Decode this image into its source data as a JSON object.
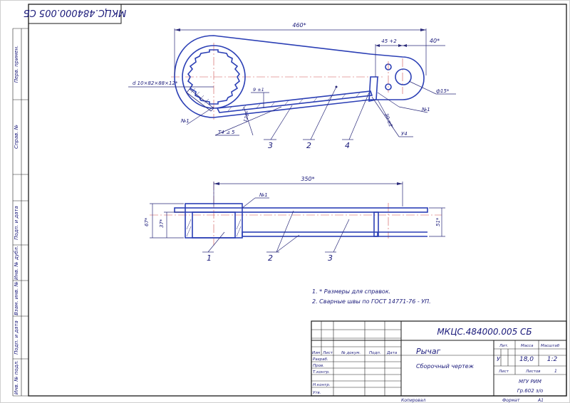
{
  "rotated_code": "МКЦС.484000.005 СБ",
  "left_strip": {
    "first_use": "Перв. примен.",
    "ref_no": "Справ. №",
    "sign_date_1": "Подп. и дата",
    "dup_inv": "Инв. № дубл.",
    "repl_inv": "Взам. инв. №",
    "sign_date_2": "Подп. и дата",
    "orig_inv": "Инв. № подл."
  },
  "top_view": {
    "dim_length": "460*",
    "dim_45": "45 +2",
    "dim_40": "40*",
    "dim_spline": "d 10×82×88×12*",
    "dim_hole": "ф15*",
    "dim_9": "9 ±1",
    "dim_126": "126*",
    "dim_30": "30 ±2",
    "weld_1": "№1",
    "weld_2": "№1",
    "weld_t4": "Т4 ⊿ 5",
    "weld_u4": "У4",
    "callouts": [
      "3",
      "2",
      "4"
    ]
  },
  "front_view": {
    "dim_length": "350*",
    "dim_67": "67*",
    "dim_37": "37*",
    "dim_51": "51*",
    "weld": "№1",
    "callouts": [
      "1",
      "2",
      "3"
    ]
  },
  "notes": [
    "1.    * Размеры для справок.",
    "2.    Сварные швы по ГОСТ 14771-76 - УП."
  ],
  "title_block": {
    "designation": "МКЦС.484000.005 СБ",
    "name": "Рычаг",
    "doc_type": "Сборочный чертеж",
    "col_izm": "Изм",
    "col_list": "Лист",
    "col_doc": "№ докум.",
    "col_sign": "Подп.",
    "col_date": "Дата",
    "row_develop": "Разраб.",
    "row_check": "Пров.",
    "row_tcontrol": "Т.контр.",
    "row_ncontrol": "Н.контр.",
    "row_approve": "Утв.",
    "lit_label": "Лит.",
    "mass_label": "Масса",
    "scale_label": "Масштаб",
    "lit_value": "У",
    "mass_value": "18,0",
    "scale_value": "1:2",
    "sheet_label": "Лист",
    "sheets_label": "Листов",
    "sheets_value": "1",
    "org": "МГУ РИМ",
    "group": "Гр.602 з/о"
  },
  "footer": {
    "copied": "Копировал",
    "format": "Формат",
    "format_value": "А1"
  }
}
